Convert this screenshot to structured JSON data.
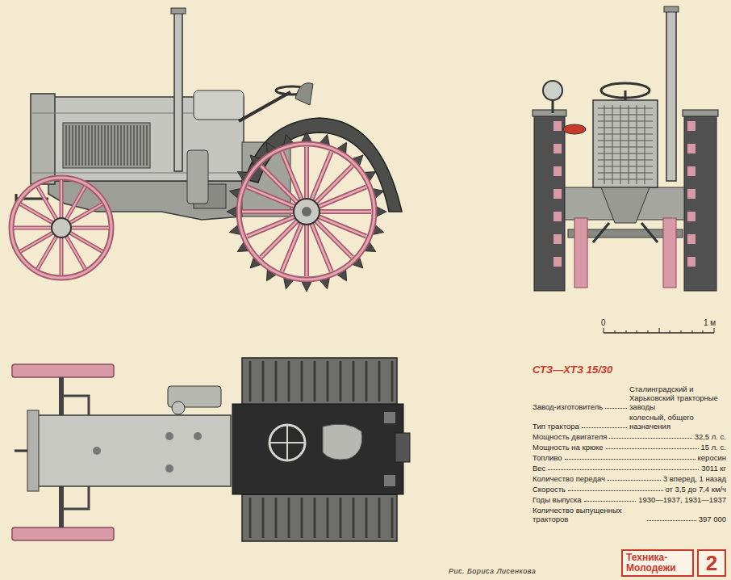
{
  "diagram": {
    "title": "СТЗ—ХТЗ 15/30",
    "caption": "Рис. Бориса Лисенкова",
    "labels": [
      "0",
      "1 м",
      "Завод-изготовитель",
      "Сталинградский и Харьковский тракторные заводы",
      "Тип трактора",
      "колесный, общего назначения",
      "Мощность двигателя",
      "32,5 л. с.",
      "Мощность на крюке",
      "15 л. с.",
      "Топливо",
      "керосин",
      "Вес",
      "3011 кг",
      "Количество передач",
      "3 вперед, 1 назад",
      "Скорость",
      "от 3,5 до 7,4 км/ч",
      "Годы выпуска",
      "1930—1937, 1931—1937",
      "Количество выпущенных тракторов",
      "397 000",
      "Техника- Молодежи",
      "2"
    ]
  }
}
